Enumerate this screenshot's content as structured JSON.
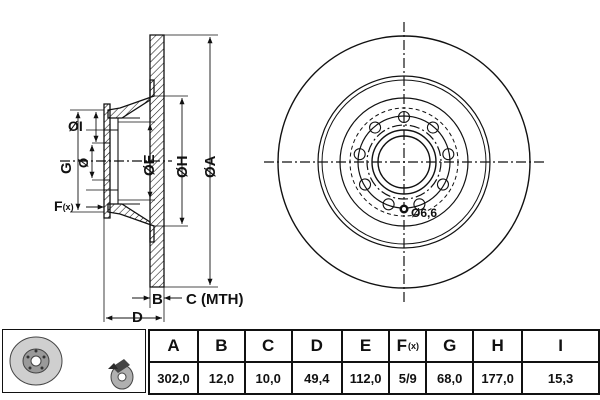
{
  "diagram": {
    "labels": {
      "A": "ØA",
      "H": "ØH",
      "E": "ØE",
      "G": "G",
      "G_diam": "Ø",
      "I": "ØI",
      "F": "F",
      "F_sub": "(x)",
      "B": "B",
      "C": "C (MTH)",
      "D": "D",
      "bolt_hole": "Ø6,6"
    }
  },
  "spec_table": {
    "headers": [
      "A",
      "B",
      "C",
      "D",
      "E",
      "F",
      "G",
      "H",
      "I"
    ],
    "f_sub": "(x)",
    "values": [
      "302,0",
      "12,0",
      "10,0",
      "49,4",
      "112,0",
      "5/9",
      "68,0",
      "177,0",
      "15,3"
    ]
  }
}
